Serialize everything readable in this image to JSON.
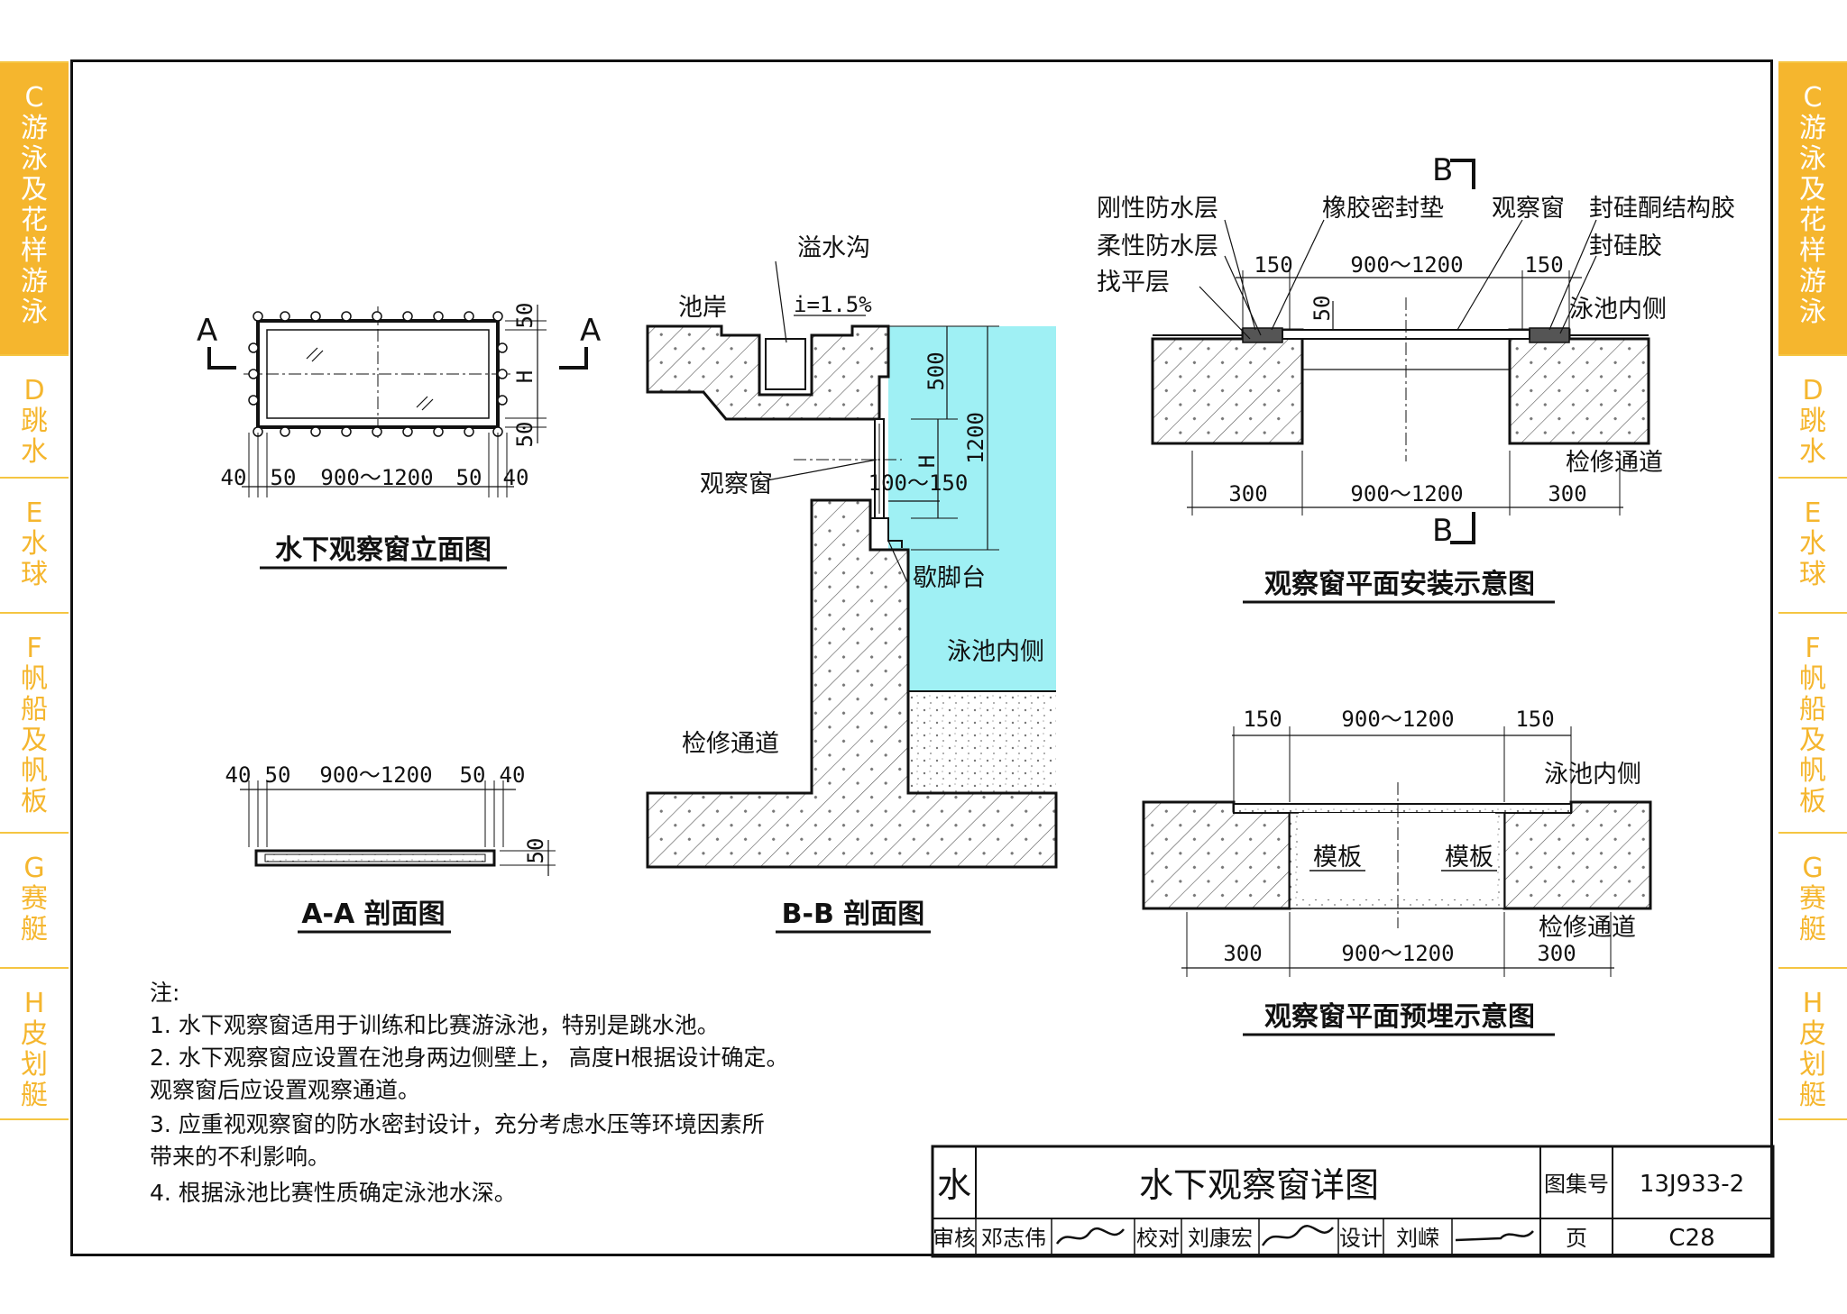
{
  "sidebar": [
    {
      "letter": "C",
      "title": "游泳及花样游泳",
      "active": true
    },
    {
      "letter": "D",
      "title": "跳水",
      "active": false
    },
    {
      "letter": "E",
      "title": "水球",
      "active": false
    },
    {
      "letter": "F",
      "title": "帆船及帆板",
      "active": false
    },
    {
      "letter": "G",
      "title": "赛艇",
      "active": false
    },
    {
      "letter": "H",
      "title": "皮划艇",
      "active": false
    }
  ],
  "colors": {
    "accent": "#f5b62e",
    "water": "#9ff0f4",
    "line": "#111111"
  },
  "elevation": {
    "caption": "水下观察窗立面图",
    "section_mark_left": "A",
    "section_mark_right": "A",
    "dim_top": "50",
    "dim_h": "H",
    "dim_bottom": "50",
    "dims_bottom": [
      "40",
      "50",
      "900～1200",
      "50",
      "40"
    ]
  },
  "section_aa": {
    "caption": "A-A 剖面图",
    "dims_top": [
      "40",
      "50",
      "900～1200",
      "50",
      "40"
    ],
    "dim_right": "50"
  },
  "section_bb": {
    "caption": "B-B 剖面图",
    "overflow_channel": "溢水沟",
    "deck": "池岸",
    "slope": "i=1.5%",
    "window": "观察窗",
    "dim_500": "500",
    "dim_1200": "1200",
    "dim_h": "H",
    "dim_100_150": "100～150",
    "ledge": "歇脚台",
    "pool_inside": "泳池内侧",
    "maintenance_passage": "检修通道"
  },
  "plan_install": {
    "caption": "观察窗平面安装示意图",
    "section_mark_top": "B",
    "section_mark_bottom": "B",
    "rigid_waterproof": "刚性防水层",
    "flexible_waterproof": "柔性防水层",
    "leveling": "找平层",
    "rubber_gasket": "橡胶密封垫",
    "window": "观察窗",
    "structural_silicone": "封硅酮结构胶",
    "silicone": "封硅胶",
    "pool_inside": "泳池内侧",
    "maintenance_passage": "检修通道",
    "dims_top": [
      "150",
      "900～1200",
      "150"
    ],
    "dim_50": "50",
    "dims_bottom": [
      "300",
      "900～1200",
      "300"
    ]
  },
  "plan_embed": {
    "caption": "观察窗平面预埋示意图",
    "dims_top": [
      "150",
      "900～1200",
      "150"
    ],
    "pool_inside": "泳池内侧",
    "formwork": "模板",
    "maintenance_passage": "检修通道",
    "dims_bottom": [
      "300",
      "900～1200",
      "300"
    ]
  },
  "notes": {
    "heading": "注:",
    "items": [
      "1.  水下观察窗适用于训练和比赛游泳池，特别是跳水池。",
      "2.  水下观察窗应设置在池身两边侧壁上， 高度H根据设计确定。",
      "     观察窗后应设置观察通道。",
      "3.  应重视观察窗的防水密封设计，充分考虑水压等环境因素所",
      "     带来的不利影响。",
      "4.  根据泳池比赛性质确定泳池水深。"
    ]
  },
  "title_block": {
    "category": "水",
    "title": "水下观察窗详图",
    "atlas_label": "图集号",
    "atlas_no": "13J933-2",
    "review_label": "审核",
    "reviewer": "邓志伟",
    "check_label": "校对",
    "checker": "刘康宏",
    "design_label": "设计",
    "designer": "刘嵘",
    "page_label": "页",
    "page_no": "C28"
  }
}
